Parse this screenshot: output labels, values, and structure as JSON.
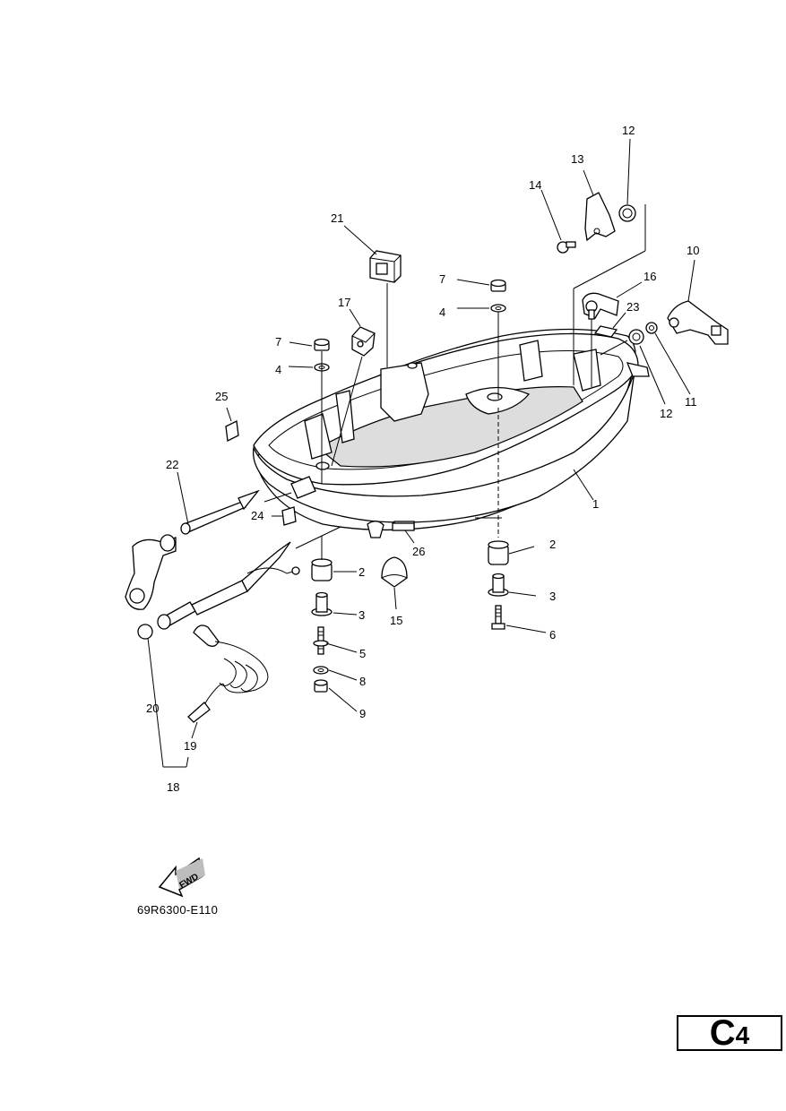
{
  "diagram": {
    "code": "69R6300-E110",
    "fwd_label": "FWD",
    "page_badge": {
      "letter": "C",
      "digit": "4"
    },
    "callouts": {
      "c1": "1",
      "c2a": "2",
      "c2b": "2",
      "c3a": "3",
      "c3b": "3",
      "c4a": "4",
      "c4b": "4",
      "c5": "5",
      "c6": "6",
      "c7a": "7",
      "c7b": "7",
      "c8": "8",
      "c9": "9",
      "c10": "10",
      "c11": "11",
      "c12a": "12",
      "c12b": "12",
      "c13": "13",
      "c14": "14",
      "c15": "15",
      "c16": "16",
      "c17": "17",
      "c18": "18",
      "c19": "19",
      "c20": "20",
      "c21": "21",
      "c22": "22",
      "c23": "23",
      "c24": "24",
      "c25": "25",
      "c26": "26"
    }
  }
}
